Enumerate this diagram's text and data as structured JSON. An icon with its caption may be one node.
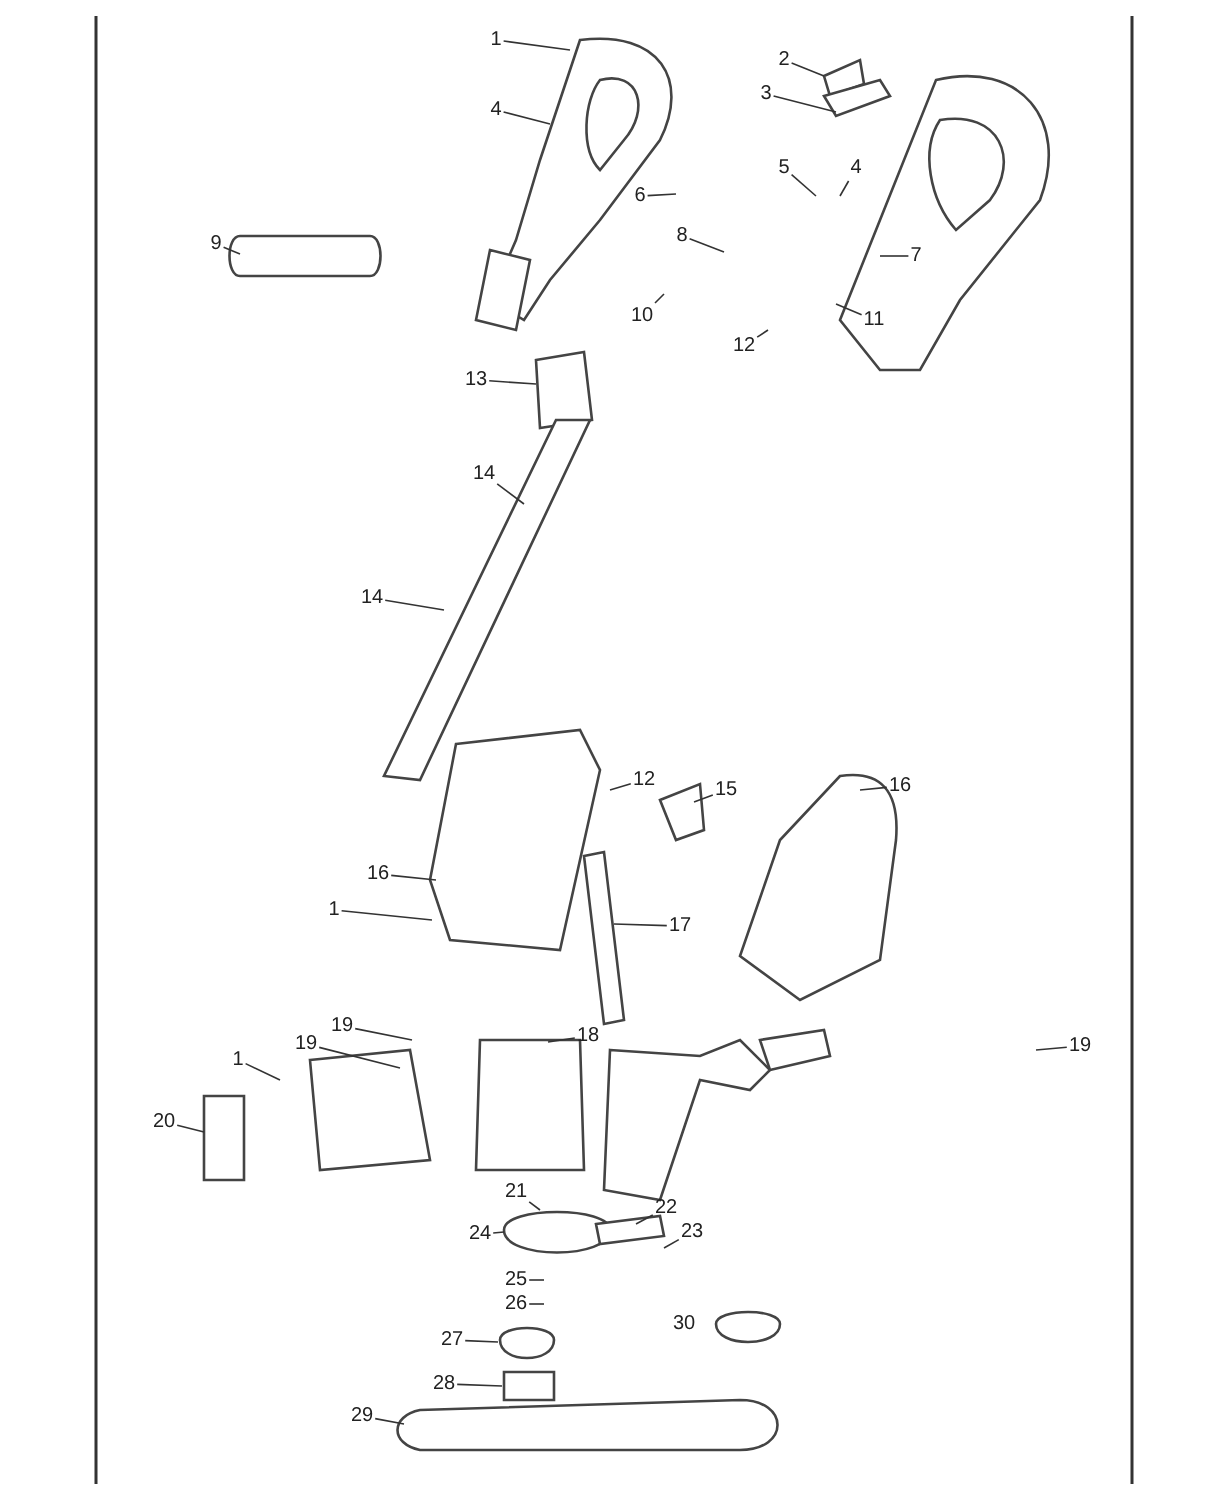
{
  "diagram": {
    "nodes": [
      {
        "text": [
          "1"
        ]
      },
      {
        "text": [
          "2"
        ]
      },
      {
        "text": [
          "3"
        ]
      },
      {
        "text": [
          "4"
        ]
      },
      {
        "text": [
          "5"
        ]
      },
      {
        "text": [
          "4"
        ]
      },
      {
        "text": [
          "6"
        ]
      },
      {
        "text": [
          "8"
        ]
      },
      {
        "text": [
          "9"
        ]
      },
      {
        "text": [
          "7"
        ]
      },
      {
        "text": [
          "10"
        ]
      },
      {
        "text": [
          "11"
        ]
      },
      {
        "text": [
          "12"
        ]
      },
      {
        "text": [
          "13"
        ]
      },
      {
        "text": [
          "14"
        ]
      },
      {
        "text": [
          "14"
        ]
      },
      {
        "text": [
          "12"
        ]
      },
      {
        "text": [
          "15"
        ]
      },
      {
        "text": [
          "16"
        ]
      },
      {
        "text": [
          "16"
        ]
      },
      {
        "text": [
          "1"
        ]
      },
      {
        "text": [
          "17"
        ]
      },
      {
        "text": [
          "19"
        ]
      },
      {
        "text": [
          "18"
        ]
      },
      {
        "text": [
          "19"
        ]
      },
      {
        "text": [
          "1"
        ]
      },
      {
        "text": [
          "19"
        ]
      },
      {
        "text": [
          "20"
        ]
      },
      {
        "text": [
          "21"
        ]
      },
      {
        "text": [
          "22"
        ]
      },
      {
        "text": [
          "23"
        ]
      },
      {
        "text": [
          "24"
        ]
      },
      {
        "text": [
          "25"
        ]
      },
      {
        "text": [
          "26"
        ]
      },
      {
        "text": [
          "27"
        ]
      },
      {
        "text": [
          "28"
        ]
      },
      {
        "text": [
          "29"
        ]
      }
    ],
    "edges": [
      {
        "from": 0,
        "to": null,
        "arrow": "none"
      },
      {
        "from": 1,
        "to": null,
        "arrow": "none"
      },
      {
        "from": 2,
        "to": null,
        "arrow": "none"
      },
      {
        "from": 3,
        "to": null,
        "arrow": "none"
      },
      {
        "from": 4,
        "to": null,
        "arrow": "none"
      },
      {
        "from": 5,
        "to": null,
        "arrow": "none"
      },
      {
        "from": 6,
        "to": null,
        "arrow": "none"
      },
      {
        "from": 7,
        "to": null,
        "arrow": "none"
      },
      {
        "from": 8,
        "to": null,
        "arrow": "none"
      },
      {
        "from": 9,
        "to": null,
        "arrow": "none"
      },
      {
        "from": 10,
        "to": null,
        "arrow": "none"
      },
      {
        "from": 11,
        "to": null,
        "arrow": "none"
      },
      {
        "from": 12,
        "to": null,
        "arrow": "none"
      },
      {
        "from": 13,
        "to": null,
        "arrow": "none"
      },
      {
        "from": 14,
        "to": null,
        "arrow": "none"
      },
      {
        "from": 15,
        "to": null,
        "arrow": "none"
      },
      {
        "from": 16,
        "to": null,
        "arrow": "none"
      },
      {
        "from": 17,
        "to": null,
        "arrow": "none"
      },
      {
        "from": 18,
        "to": null,
        "arrow": "none"
      },
      {
        "from": 19,
        "to": null,
        "arrow": "none"
      },
      {
        "from": 20,
        "to": null,
        "arrow": "none"
      },
      {
        "from": 21,
        "to": null,
        "arrow": "none"
      },
      {
        "from": 22,
        "to": null,
        "arrow": "none"
      },
      {
        "from": 23,
        "to": null,
        "arrow": "none"
      },
      {
        "from": 24,
        "to": null,
        "arrow": "none"
      },
      {
        "from": 25,
        "to": null,
        "arrow": "none"
      },
      {
        "from": 26,
        "to": null,
        "arrow": "none"
      },
      {
        "from": 27,
        "to": null,
        "arrow": "none"
      },
      {
        "from": 28,
        "to": null,
        "arrow": "none"
      },
      {
        "from": 29,
        "to": null,
        "arrow": "none"
      },
      {
        "from": 30,
        "to": null,
        "arrow": "none"
      },
      {
        "from": 31,
        "to": null,
        "arrow": "none"
      },
      {
        "from": 32,
        "to": null,
        "arrow": "none"
      },
      {
        "from": 33,
        "to": null,
        "arrow": "none"
      },
      {
        "from": 34,
        "to": null,
        "arrow": "none"
      },
      {
        "from": 35,
        "to": null,
        "arrow": "none"
      },
      {
        "from": 36,
        "to": null,
        "arrow": "none"
      }
    ],
    "labels": [
      "30"
    ]
  }
}
